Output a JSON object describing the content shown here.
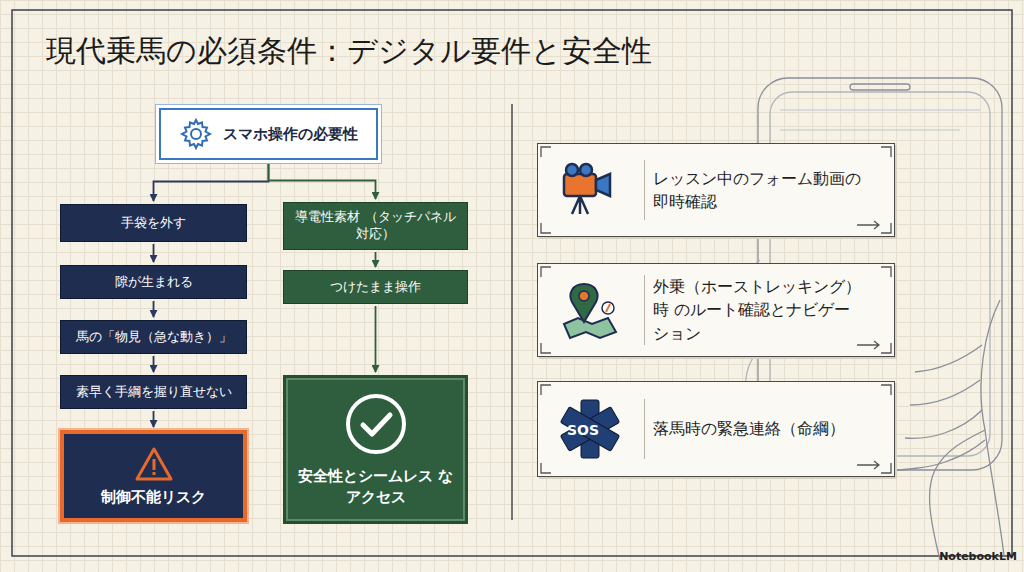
{
  "diagram": {
    "title": "現代乗馬の必須条件：デジタル要件と安全性",
    "nodes": [
      {
        "text": [
          "スマホ操作の必要性"
        ]
      },
      {
        "text": [
          "手袋を外す"
        ]
      },
      {
        "text": [
          "隙が生まれる"
        ]
      },
      {
        "text": [
          "馬の「物見（急な動き）」"
        ]
      },
      {
        "text": [
          "素早く手綱を握り直せない"
        ]
      },
      {
        "text": [
          "制御不能リスク"
        ]
      },
      {
        "text": [
          "導電性素材 （タッチパネル対応）"
        ]
      },
      {
        "text": [
          "つけたまま操作"
        ]
      },
      {
        "text": [
          "安全性とシームレス なアクセス"
        ]
      },
      {
        "text": [
          "レッスン中のフォーム動画の 即時確認"
        ]
      },
      {
        "text": [
          "外乗（ホーストレッキング）時 のルート確認とナビゲーション"
        ]
      },
      {
        "text": [
          "落馬時の緊急連絡（命綱）"
        ]
      }
    ],
    "edges": [
      {
        "from": 0,
        "to": 1,
        "arrow": "to"
      },
      {
        "from": 0,
        "to": 6,
        "arrow": "to"
      },
      {
        "from": 1,
        "to": 2,
        "arrow": "to"
      },
      {
        "from": 2,
        "to": 3,
        "arrow": "to"
      },
      {
        "from": 3,
        "to": 4,
        "arrow": "to"
      },
      {
        "from": 4,
        "to": 5,
        "arrow": "to"
      },
      {
        "from": 6,
        "to": 7,
        "arrow": "to"
      },
      {
        "from": 7,
        "to": 8,
        "arrow": "to"
      }
    ],
    "labels": [
      "SOS",
      "NotebookLM"
    ]
  }
}
